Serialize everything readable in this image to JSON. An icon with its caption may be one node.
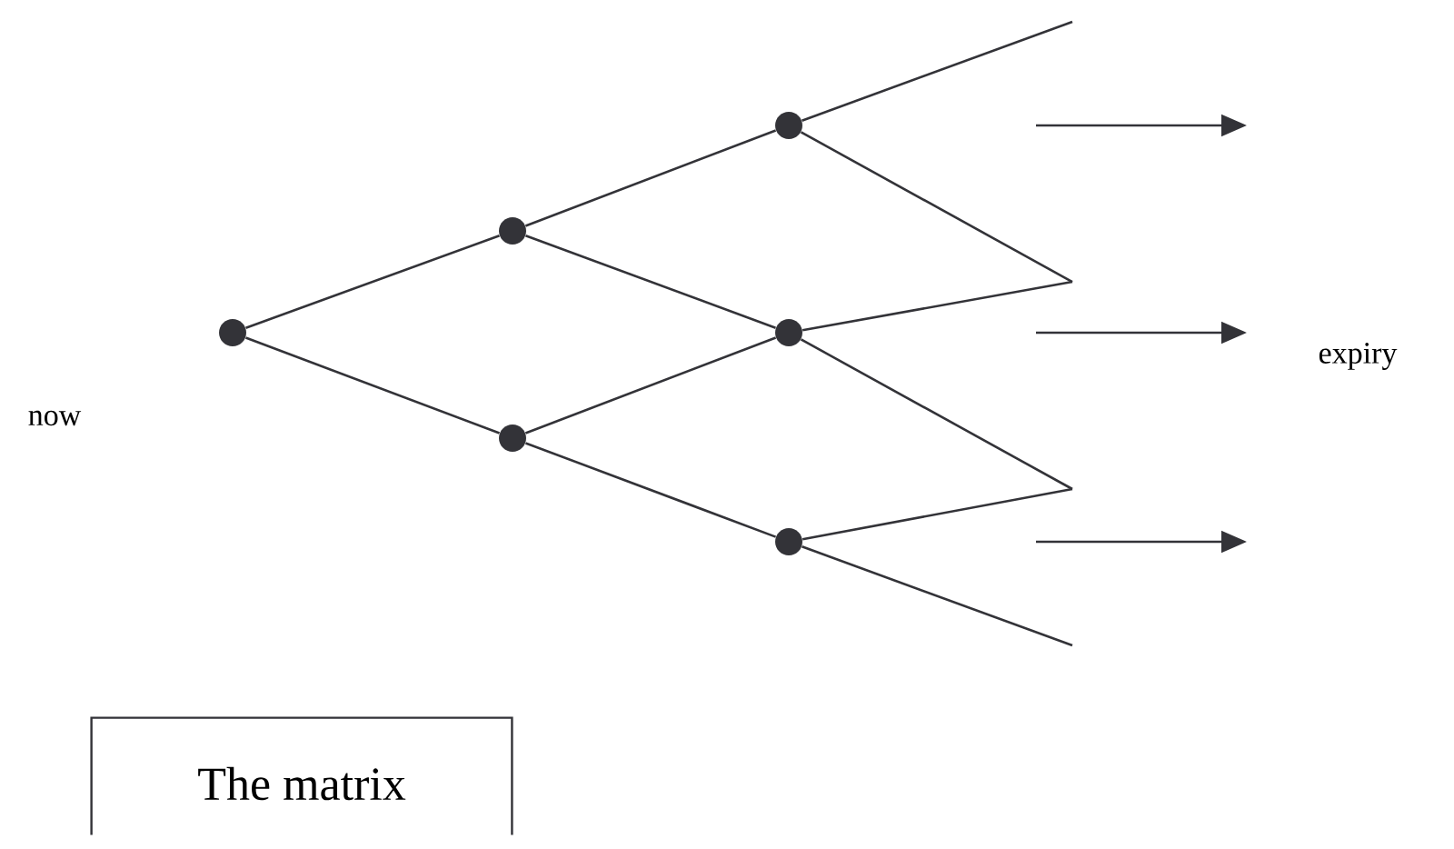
{
  "diagram": {
    "nodes": [
      {
        "text": [],
        "shape": "circle"
      },
      {
        "text": [],
        "shape": "circle"
      },
      {
        "text": [],
        "shape": "circle"
      },
      {
        "text": [],
        "shape": "circle"
      },
      {
        "text": [],
        "shape": "circle"
      },
      {
        "text": [],
        "shape": "circle"
      },
      {
        "text": [
          "The matrix"
        ]
      }
    ],
    "edges": [
      {
        "from": 0,
        "to": 1,
        "arrow": "none"
      },
      {
        "from": 0,
        "to": 2,
        "arrow": "none"
      },
      {
        "from": 1,
        "to": 3,
        "arrow": "none"
      },
      {
        "from": 1,
        "to": 4,
        "arrow": "none"
      },
      {
        "from": 2,
        "to": 4,
        "arrow": "none"
      },
      {
        "from": 2,
        "to": 5,
        "arrow": "none"
      },
      {
        "from": 3,
        "to": null,
        "arrow": "none"
      },
      {
        "from": 3,
        "to": null,
        "arrow": "none"
      },
      {
        "from": 4,
        "to": null,
        "arrow": "none"
      },
      {
        "from": 4,
        "to": null,
        "arrow": "none"
      },
      {
        "from": 5,
        "to": null,
        "arrow": "none"
      },
      {
        "from": 5,
        "to": null,
        "arrow": "none"
      }
    ],
    "labels": [
      "expiry",
      "now"
    ]
  }
}
